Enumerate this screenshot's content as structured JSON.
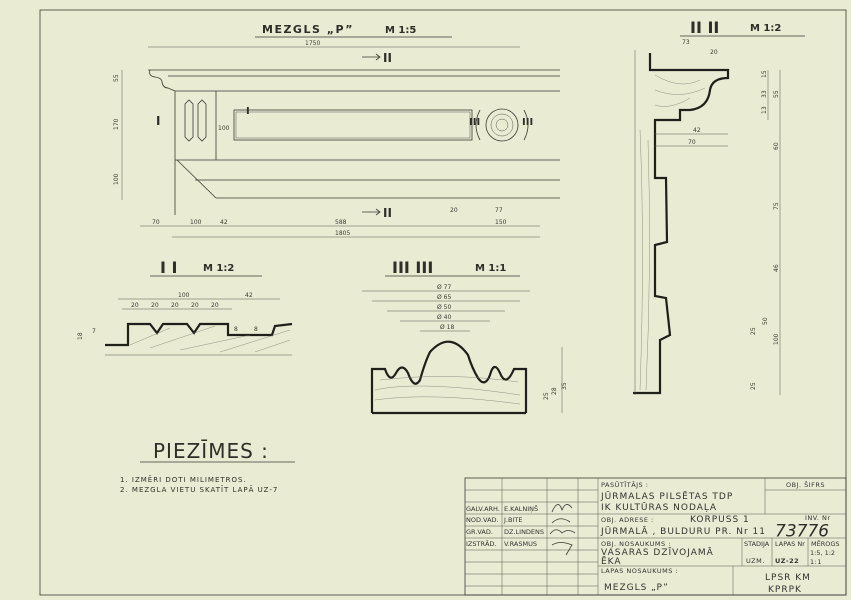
{
  "main_view": {
    "title": "MEZGLS „P”",
    "scale": "M 1:5",
    "section_marks": {
      "s1": "I",
      "s2": "II",
      "s3": "III"
    },
    "dims": {
      "overall_top": "1750",
      "overall_bottom": "1805",
      "v1": "55",
      "v2": "170",
      "v3": "100",
      "h1": "70",
      "h2": "100",
      "h3": "42",
      "h4": "588",
      "h5": "20",
      "h6": "77",
      "h7": "150",
      "panel": "100"
    }
  },
  "section_1": {
    "title": "I  I",
    "scale": "M 1:2",
    "dims": {
      "w": "100",
      "w2": "42",
      "d1": "20",
      "d2": "20",
      "d3": "20",
      "d4": "20",
      "d5": "20",
      "h1": "18",
      "h2": "7",
      "c1": "8",
      "c2": "8"
    }
  },
  "section_2": {
    "title": "II  II",
    "scale": "M 1:2",
    "dims": {
      "top": "73",
      "top2": "20",
      "a": "15",
      "b": "33",
      "c": "55",
      "d": "13",
      "e": "60",
      "f": "75",
      "g": "46",
      "h": "25",
      "i": "50",
      "j": "100",
      "k": "25",
      "l": "42",
      "m": "70"
    }
  },
  "section_3": {
    "title": "III  III",
    "scale": "M 1:1",
    "dims": {
      "d77": "Ø 77",
      "d65": "Ø 65",
      "d50": "Ø 50",
      "d40": "Ø 40",
      "d18": "Ø 18",
      "h1": "25",
      "h2": "28",
      "h3": "35"
    }
  },
  "notes": {
    "heading": "PIEZĪMES :",
    "items": [
      "1. IZMĒRI DOTI MILIMETROS.",
      "2. MEZGLA VIETU SKATĪT LAPĀ UZ-7"
    ]
  },
  "title_block": {
    "roles": [
      {
        "role": "GALV.ARH.",
        "name": "E.KALNIŅŠ"
      },
      {
        "role": "NOD.VAD.",
        "name": "J.BITE"
      },
      {
        "role": "GR.VAD.",
        "name": "DZ.LINDENS"
      },
      {
        "role": "IZSTRĀD.",
        "name": "V.RASMUS"
      }
    ],
    "client_label": "PASŪTĪTĀJS :",
    "client_line1": "JŪRMALAS PILSĒTAS TDP",
    "client_line2": "IK KULTŪRAS NODAĻA",
    "address_label": "OBJ. ADRESE :",
    "building": "KORPUSS 1",
    "address": "JŪRMALĀ , BULDURU PR. Nr 11",
    "cipher_label": "OBJ. ŠIFRS",
    "inv_label": "INV. Nr",
    "inv_number": "73776",
    "object_label": "OBJ. NOSAUKUMS :",
    "object_line1": "VASARAS DZĪVOJAMĀ",
    "object_line2": "ĒKA",
    "stage_label": "STADIJA",
    "stage_value": "UZM.",
    "sheet_label": "LAPAS Nr",
    "sheet_value": "UZ-22",
    "scale_label": "MĒROGS",
    "scale_value1": "1:5, 1:2",
    "scale_value2": "1:1",
    "page_label": "LAPAS NOSAUKUMS :",
    "page_title": "MEZGLS „P”",
    "org_line1": "LPSR KM",
    "org_line2": "KPRPK"
  }
}
